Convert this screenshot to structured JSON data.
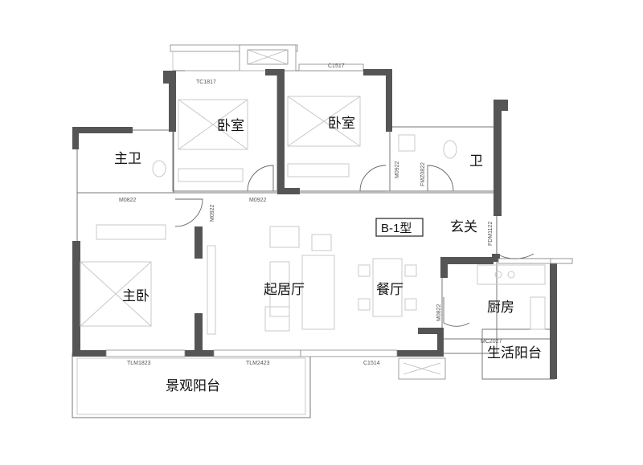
{
  "plan_type": "B-1型",
  "rooms": {
    "bedroom_a": "卧室",
    "bedroom_b": "卧室",
    "master_bath": "主卫",
    "bath": "卫",
    "master_bedroom": "主卧",
    "living_room": "起居厅",
    "dining_room": "餐厅",
    "entrance": "玄关",
    "kitchen": "厨房",
    "service_balcony": "生活阳台",
    "view_balcony": "景观阳台"
  },
  "codes": {
    "tc1817": "TC1817",
    "c1517": "C1517",
    "m0822_a": "M0822",
    "m0922_a": "M0922",
    "m0922_b": "M0922",
    "m0922_c": "M0922",
    "fm0822": "FMZ0822",
    "fdm1122": "FDM1122",
    "m0822_b": "M0822",
    "mc2027": "MC2027",
    "tlm1823": "TLM1823",
    "tlm2423": "TLM2423",
    "c1514": "C1514"
  }
}
